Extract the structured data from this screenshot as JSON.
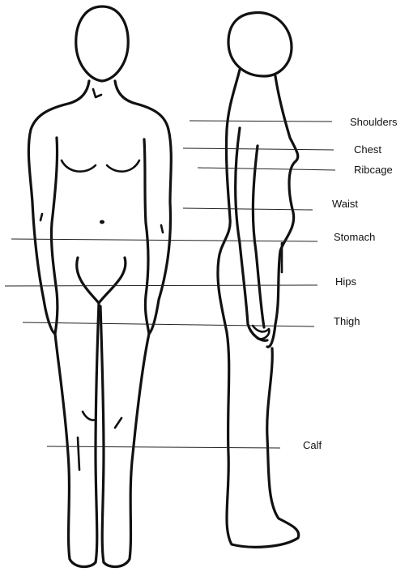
{
  "diagram": {
    "colors": {
      "ink": "#111111",
      "line": "#222222",
      "background": "#ffffff"
    },
    "figures": [
      {
        "name": "front-view-figure"
      },
      {
        "name": "side-view-figure"
      }
    ],
    "measurements": [
      {
        "key": "shoulders",
        "label": "Shoulders"
      },
      {
        "key": "chest",
        "label": "Chest"
      },
      {
        "key": "ribcage",
        "label": "Ribcage"
      },
      {
        "key": "waist",
        "label": "Waist"
      },
      {
        "key": "stomach",
        "label": "Stomach"
      },
      {
        "key": "hips",
        "label": "Hips"
      },
      {
        "key": "thigh",
        "label": "Thigh"
      },
      {
        "key": "calf",
        "label": "Calf"
      }
    ]
  }
}
